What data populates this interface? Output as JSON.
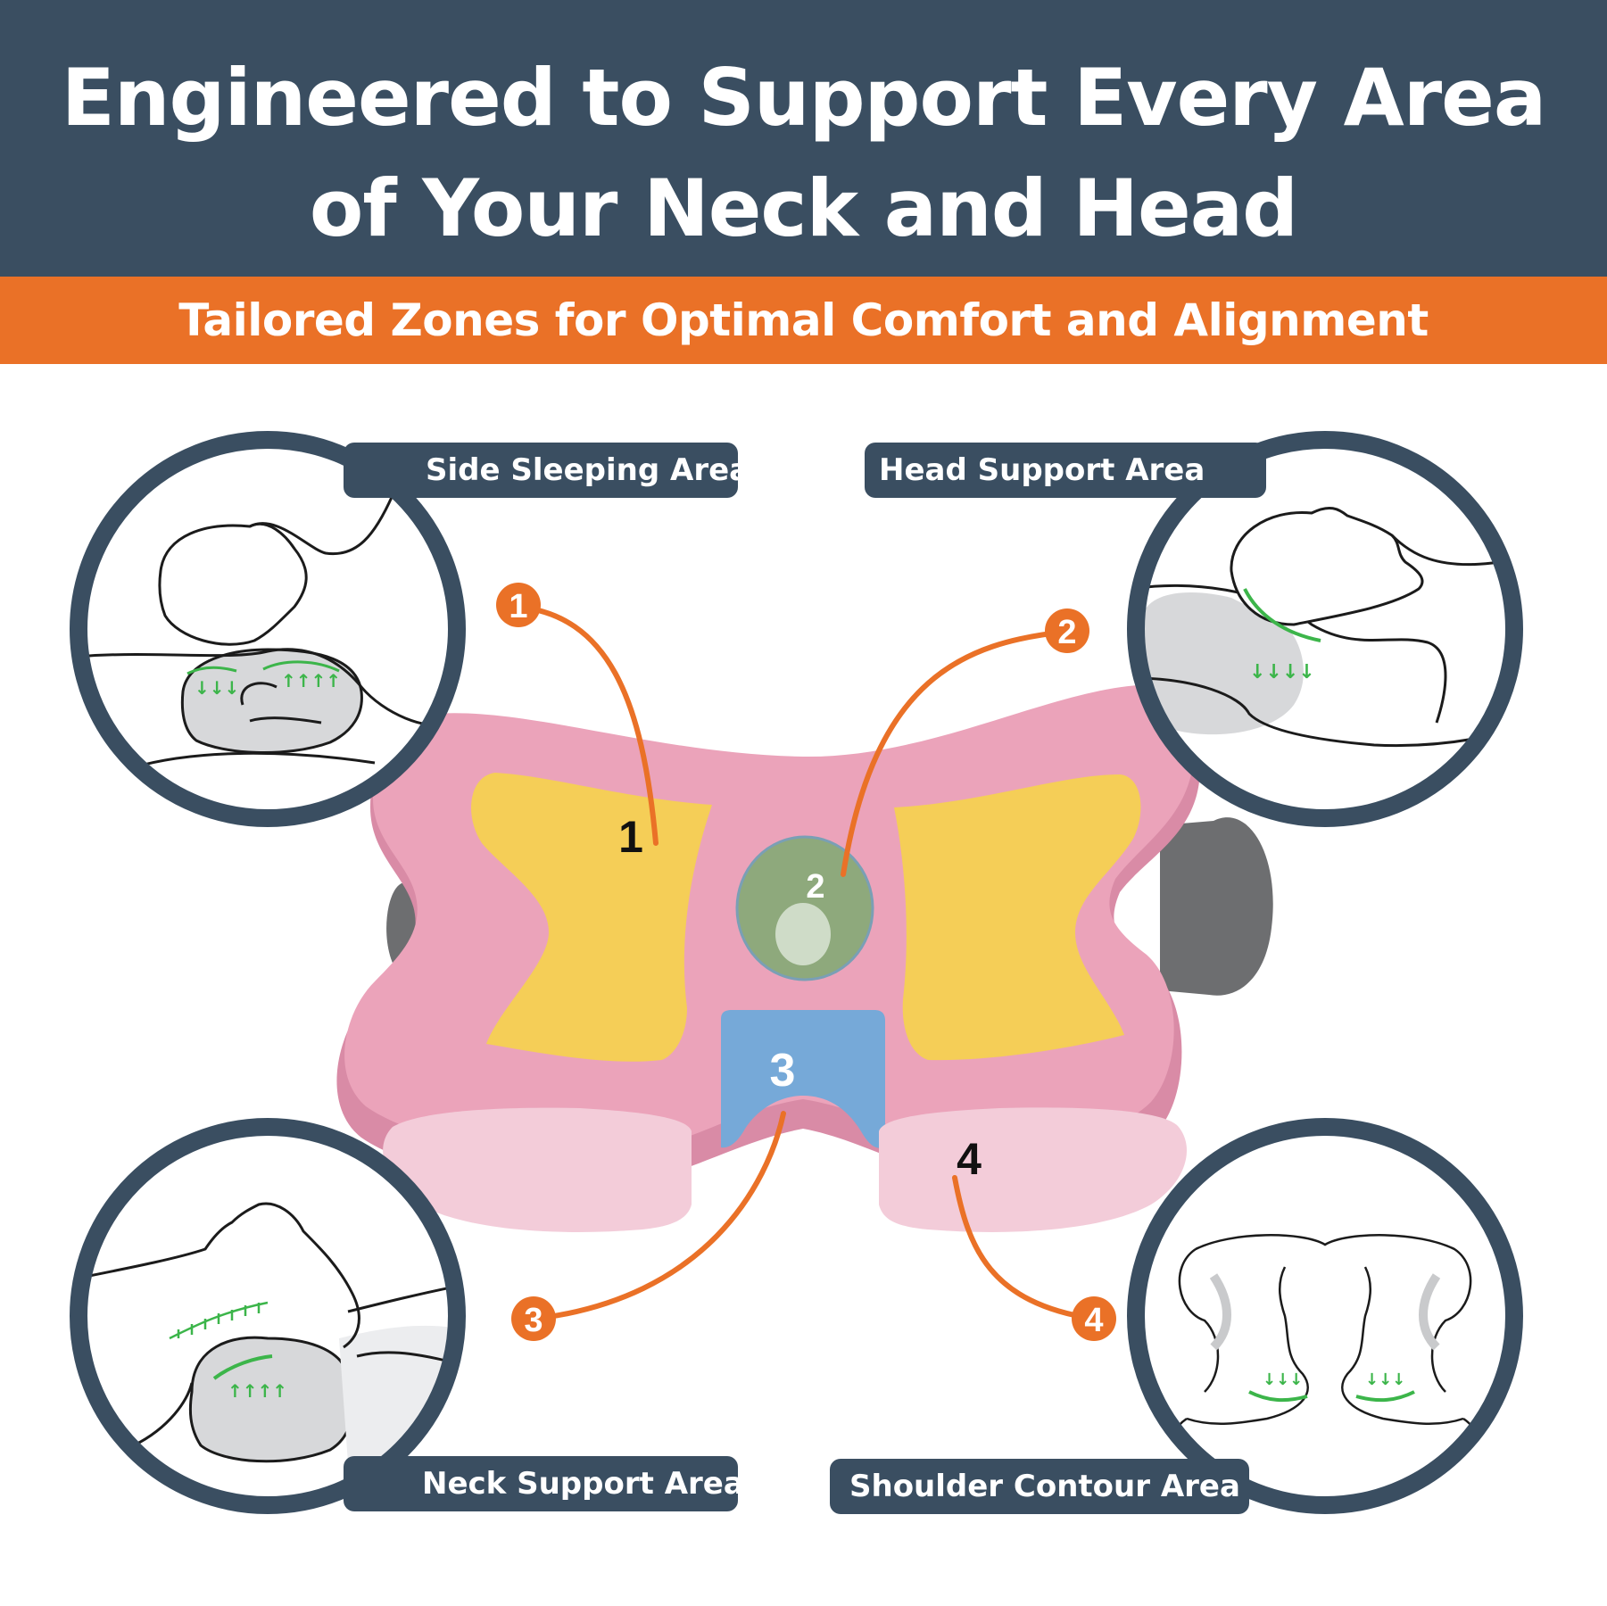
{
  "header": {
    "title_line1": "Engineered to Support Every Area",
    "title_line2": "of Your Neck and Head",
    "subtitle": "Tailored Zones for Optimal Comfort and Alignment"
  },
  "areas": [
    {
      "label": "Side Sleeping Area",
      "number": "1"
    },
    {
      "label": "Head Support Area",
      "number": "2"
    },
    {
      "label": "Neck Support Area",
      "number": "3"
    },
    {
      "label": "Shoulder Contour Area",
      "number": "4"
    }
  ],
  "pillow_zones": {
    "zone1": "1",
    "zone2": "2",
    "zone3": "3",
    "zone4": "4"
  },
  "colors": {
    "navy": "#3a4e61",
    "orange": "#ea7127",
    "pink": "#eba3ba",
    "yellow": "#f5ce57",
    "green": "#8ea97c",
    "blue": "#76a9d8",
    "light_pink": "#f3ccd9",
    "arrow_green": "#3cb54a",
    "foam_gray": "#d7d8da"
  }
}
